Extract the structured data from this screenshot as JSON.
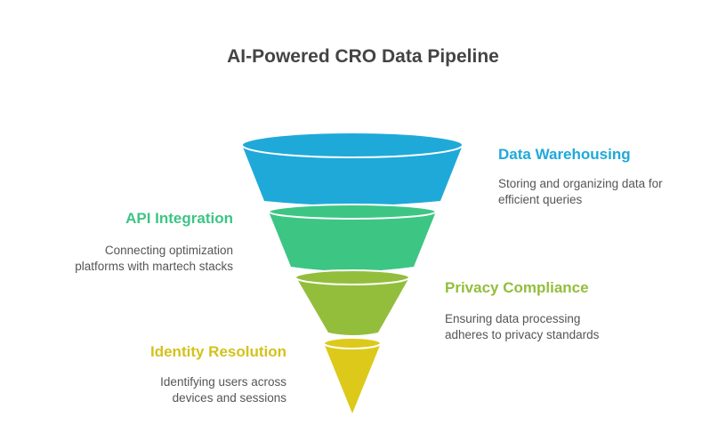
{
  "title": "AI-Powered CRO Data Pipeline",
  "stages": [
    {
      "name": "Data Warehousing",
      "desc": "Storing and organizing data for efficient queries",
      "color": "#1FA9D9"
    },
    {
      "name": "API Integration",
      "desc": "Connecting optimization platforms with martech stacks",
      "color": "#3DC584"
    },
    {
      "name": "Privacy Compliance",
      "desc": "Ensuring data processing adheres to privacy standards",
      "color": "#93BE3C"
    },
    {
      "name": "Identity Resolution",
      "desc": "Identifying users across devices and sessions",
      "color": "#DDC919"
    }
  ]
}
